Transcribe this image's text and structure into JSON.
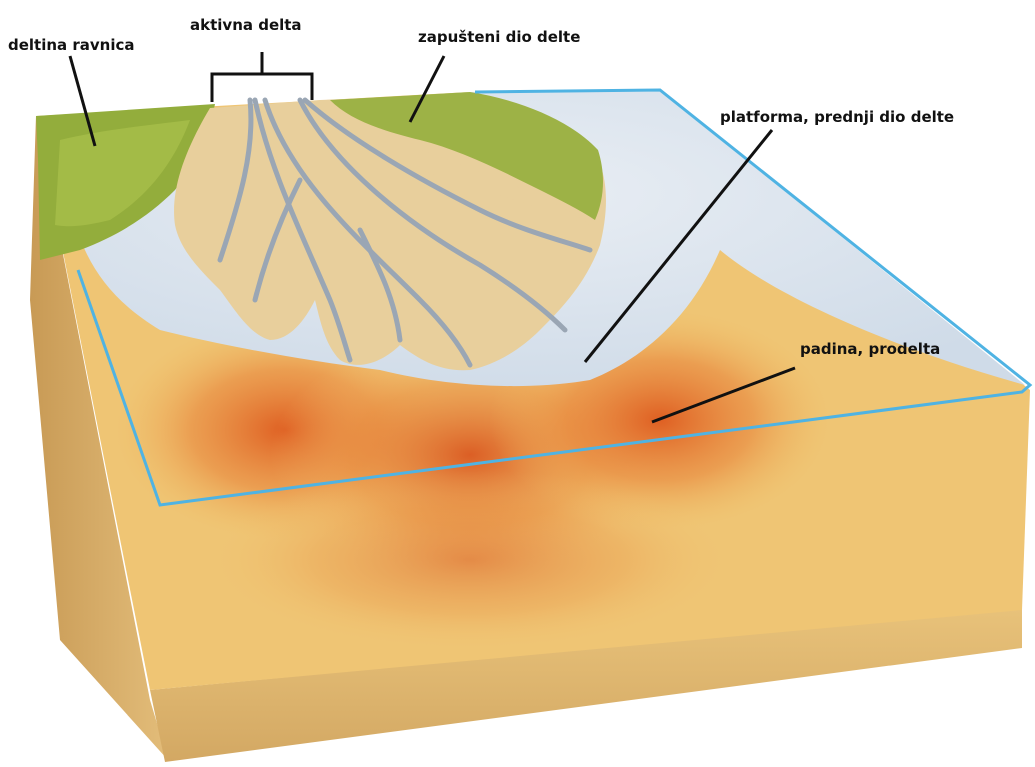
{
  "labels": {
    "delta_plain": "deltina ravnica",
    "active_delta": "aktivna delta",
    "abandoned_delta": "zapušteni dio delte",
    "delta_front": "platforma, prednji dio delte",
    "prodelta": "padina, prodelta"
  },
  "colors": {
    "background": "#ffffff",
    "sea_plane_outline": "#4fb3e3",
    "leader_line": "#111111",
    "vegetation": "#8aa838",
    "sand": "#e9cf9a",
    "water": "#dfe6ef",
    "prodelta_sediment": "#e0702a",
    "block_base": "#edc777",
    "block_side": "#c9a05b"
  }
}
